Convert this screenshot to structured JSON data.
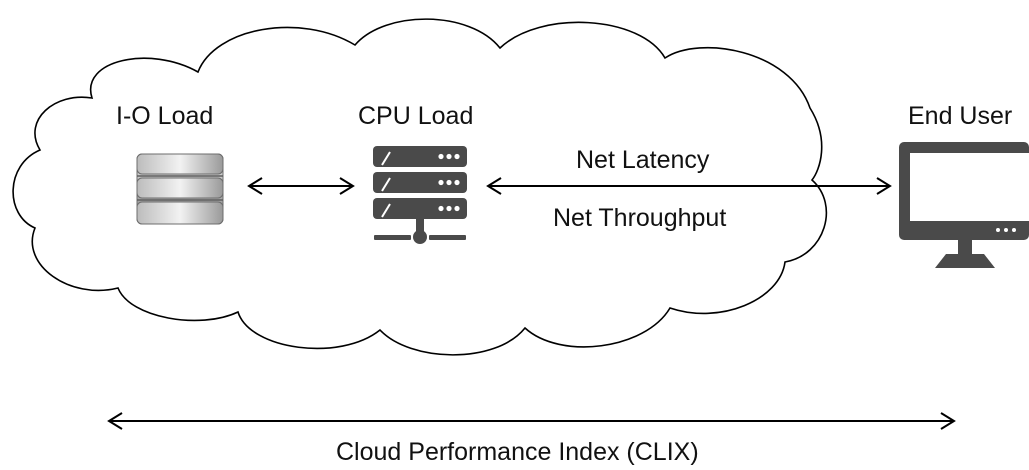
{
  "nodes": {
    "io_load": {
      "label": "I-O Load",
      "icon": "database-icon"
    },
    "cpu_load": {
      "label": "CPU Load",
      "icon": "server-icon"
    },
    "end_user": {
      "label": "End User",
      "icon": "monitor-icon"
    }
  },
  "edges": {
    "io_cpu": {
      "from": "io_load",
      "to": "cpu_load",
      "direction": "both"
    },
    "cpu_user": {
      "from": "cpu_load",
      "to": "end_user",
      "direction": "both",
      "labels": [
        "Net Latency",
        "Net Throughput"
      ]
    }
  },
  "span": {
    "label": "Cloud Performance Index (CLIX)",
    "direction": "both"
  },
  "colors": {
    "line": "#000000",
    "icon": "#4a4a4a",
    "cloud_fill": "#ffffff"
  }
}
